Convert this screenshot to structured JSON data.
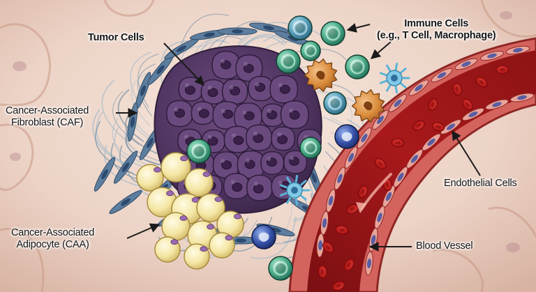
{
  "labels": {
    "tumor_cells": "Tumor Cells",
    "immune_cells": {
      "line1": "Immune Cells",
      "line2": "(e.g., T Cell, Macrophage)"
    },
    "caf": {
      "line1": "Cancer-Associated",
      "line2": "Fibroblast (CAF)"
    },
    "caa": {
      "line1": "Cancer-Associated",
      "line2": "Adipocyte (CAA)"
    },
    "endothelial_cells": "Endothelial Cells",
    "blood_vessel": "Blood Vessel"
  },
  "colors": {
    "background_tissue": "#ead3c7",
    "tumor": "#5c3d6b",
    "fibroblast": "#5d7e9e",
    "adipocyte": "#f4e7a6",
    "t_cell": "#3f9a7a",
    "macrophage": "#d98a3a",
    "vessel_wall": "#c94c4a",
    "red_blood_cell": "#c81e1e"
  }
}
